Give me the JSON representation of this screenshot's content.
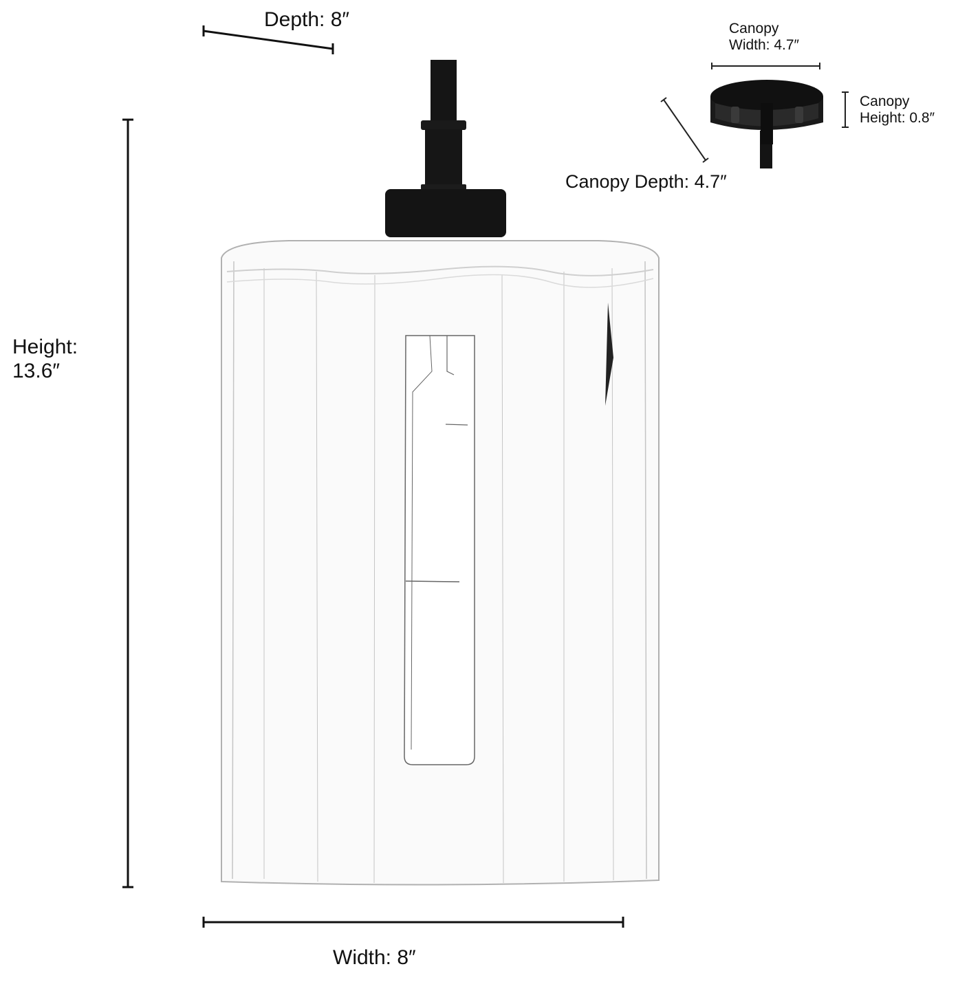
{
  "diagram": {
    "subject": "Clear fluted glass cylinder pendant light with black fitting",
    "colors": {
      "background": "#ffffff",
      "text": "#111111",
      "fitting": "#141414",
      "glass_edge": "#b8b8b8"
    },
    "dimensions": {
      "depth": {
        "label": "Depth: 8″"
      },
      "height": {
        "line1": "Height:",
        "line2": "13.6″"
      },
      "width": {
        "label": "Width: 8″"
      },
      "canopy_width": {
        "line1": "Canopy",
        "line2": "Width: 4.7″"
      },
      "canopy_height": {
        "line1": "Canopy",
        "line2": "Height: 0.8″"
      },
      "canopy_depth": {
        "label": "Canopy Depth: 4.7″"
      }
    }
  }
}
